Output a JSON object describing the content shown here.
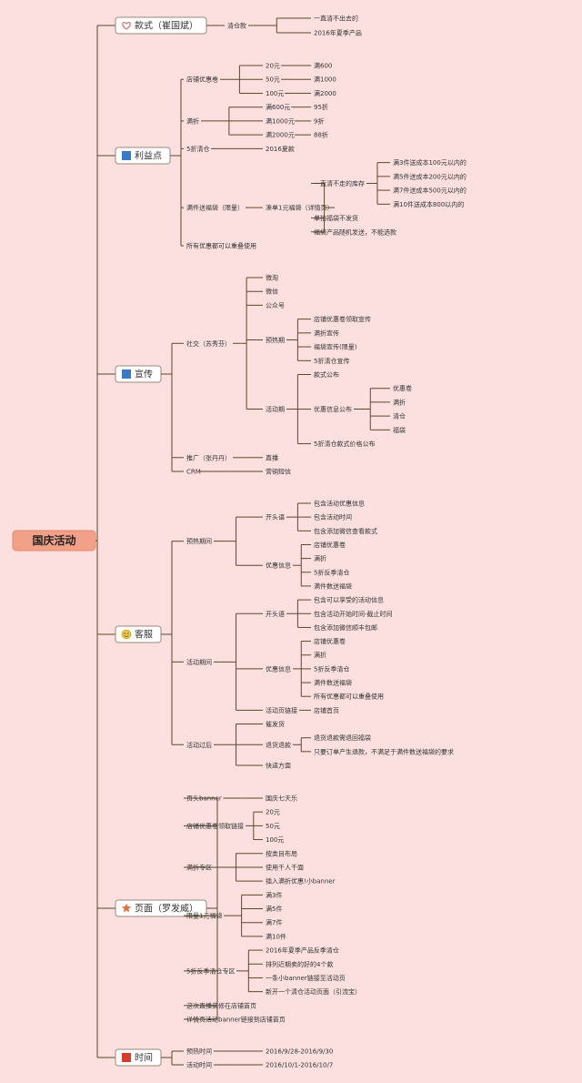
{
  "root": "国庆活动",
  "categories": [
    {
      "label": "款式（崔国斌）",
      "icon": "heart-icon",
      "color": "#d0706a",
      "children": [
        {
          "label": "清仓款",
          "children": [
            {
              "label": "一直清不出去的"
            },
            {
              "label": "2016年夏季产品"
            }
          ]
        }
      ]
    },
    {
      "label": "利益点",
      "icon": "flag-icon",
      "color": "#3a78c8",
      "children": [
        {
          "label": "店铺优惠卷",
          "children": [
            {
              "label": "20元",
              "children": [
                {
                  "label": "满600"
                }
              ]
            },
            {
              "label": "50元",
              "children": [
                {
                  "label": "满1000"
                }
              ]
            },
            {
              "label": "100元",
              "children": [
                {
                  "label": "满2000"
                }
              ]
            }
          ]
        },
        {
          "label": "满折",
          "children": [
            {
              "label": "满600元",
              "children": [
                {
                  "label": "95折"
                }
              ]
            },
            {
              "label": "满1000元",
              "children": [
                {
                  "label": "9折"
                }
              ]
            },
            {
              "label": "满2000元",
              "children": [
                {
                  "label": "88折"
                }
              ]
            }
          ]
        },
        {
          "label": "5折清仓",
          "children": [
            {
              "label": "2016夏款"
            }
          ]
        },
        {
          "label": "满件送福袋（限量）",
          "children": [
            {
              "label": "凑单1元福袋（详情页）",
              "children": [
                {
                  "label": "一直清不走的库存",
                  "children": [
                    {
                      "label": "满3件送成本100元以内的"
                    },
                    {
                      "label": "满5件送成本200元以内的"
                    },
                    {
                      "label": "满7件送成本500元以内的"
                    },
                    {
                      "label": "满10件送成本800以内的"
                    }
                  ]
                },
                {
                  "label": "单拍福袋不发货"
                },
                {
                  "label": "福袋产品随机发送，不能选款"
                }
              ]
            }
          ]
        },
        {
          "label": "所有优惠都可以重叠使用"
        }
      ]
    },
    {
      "label": "宣传",
      "icon": "flag-icon",
      "color": "#3a78c8",
      "children": [
        {
          "label": "社交（苏秀芬）",
          "children": [
            {
              "label": "微淘"
            },
            {
              "label": "微信"
            },
            {
              "label": "公众号"
            },
            {
              "label": "预热期",
              "children": [
                {
                  "label": "店铺优惠卷领取宣传"
                },
                {
                  "label": "满折宣传"
                },
                {
                  "label": "福袋宣传(限量)"
                },
                {
                  "label": "5折清仓宣传"
                }
              ]
            },
            {
              "label": "活动期",
              "children": [
                {
                  "label": "款式公布"
                },
                {
                  "label": "优惠信息公布",
                  "children": [
                    {
                      "label": "优惠卷"
                    },
                    {
                      "label": "满折"
                    },
                    {
                      "label": "清仓"
                    },
                    {
                      "label": "福袋"
                    }
                  ]
                },
                {
                  "label": "5折清仓款式价格公布"
                }
              ]
            }
          ]
        },
        {
          "label": "推广（张丹丹）",
          "children": [
            {
              "label": "直播"
            }
          ]
        },
        {
          "label": "CRM",
          "children": [
            {
              "label": "营销短信"
            }
          ]
        }
      ]
    },
    {
      "label": "客服",
      "icon": "smiley-icon",
      "color": "#e8c840",
      "children": [
        {
          "label": "预热期间",
          "children": [
            {
              "label": "开头语",
              "children": [
                {
                  "label": "包含活动优惠信息"
                },
                {
                  "label": "包含活动时间"
                },
                {
                  "label": "包含添加微信查看款式"
                }
              ]
            },
            {
              "label": "优惠信息",
              "children": [
                {
                  "label": "店铺优惠卷"
                },
                {
                  "label": "满折"
                },
                {
                  "label": "5折反季清仓"
                },
                {
                  "label": "满件数送福袋"
                }
              ]
            }
          ]
        },
        {
          "label": "活动期间",
          "children": [
            {
              "label": "开头语",
              "children": [
                {
                  "label": "包含可以享受的活动信息"
                },
                {
                  "label": "包含活动开始时间-截止时间"
                },
                {
                  "label": "包含添加微信顺丰包邮"
                }
              ]
            },
            {
              "label": "优惠信息",
              "children": [
                {
                  "label": "店铺优惠卷"
                },
                {
                  "label": "满折"
                },
                {
                  "label": "5折反季清仓"
                },
                {
                  "label": "满件数送福袋"
                },
                {
                  "label": "所有优惠都可以重叠使用"
                }
              ]
            },
            {
              "label": "活动页链接",
              "children": [
                {
                  "label": "店铺首页"
                }
              ]
            }
          ]
        },
        {
          "label": "活动过后",
          "children": [
            {
              "label": "催发货"
            },
            {
              "label": "退货退款",
              "children": [
                {
                  "label": "退货退款需退回福袋"
                },
                {
                  "label": "只要订单产生退款，不满足于满件数送福袋的要求"
                }
              ]
            },
            {
              "label": "快递方面"
            }
          ]
        }
      ]
    },
    {
      "label": "页面（罗发威）",
      "icon": "star-icon",
      "color": "#e0703a",
      "children": [
        {
          "label": "页头banner",
          "children": [
            {
              "label": "国庆七天乐"
            }
          ]
        },
        {
          "label": "店铺优惠卷领取链接",
          "children": [
            {
              "label": "20元"
            },
            {
              "label": "50元"
            },
            {
              "label": "100元"
            }
          ]
        },
        {
          "label": "满折专区",
          "children": [
            {
              "label": "按类目布局"
            },
            {
              "label": "使用千人千面"
            },
            {
              "label": "插入满折优惠!小banner"
            }
          ]
        },
        {
          "label": "限量1元福袋",
          "children": [
            {
              "label": "满3件"
            },
            {
              "label": "满5件"
            },
            {
              "label": "满7件"
            },
            {
              "label": "满10件"
            }
          ]
        },
        {
          "label": "5折反季清仓专区",
          "children": [
            {
              "label": "2016年夏季产品反季清仓"
            },
            {
              "label": "排列近期卖的好的4个款"
            },
            {
              "label": "一条小banner链接至活动页"
            },
            {
              "label": "新开一个清仓活动页面（引流宝）"
            }
          ]
        },
        {
          "label": "这次直播装修在店铺首页"
        },
        {
          "label": "详情页活动banner链接到店铺首页"
        }
      ]
    },
    {
      "label": "时间",
      "icon": "flag-icon",
      "color": "#d83a2a",
      "children": [
        {
          "label": "预热时间",
          "children": [
            {
              "label": "2016/9/28-2016/9/30"
            }
          ]
        },
        {
          "label": "活动时间",
          "children": [
            {
              "label": "2016/10/1-2016/10/7"
            }
          ]
        }
      ]
    }
  ]
}
